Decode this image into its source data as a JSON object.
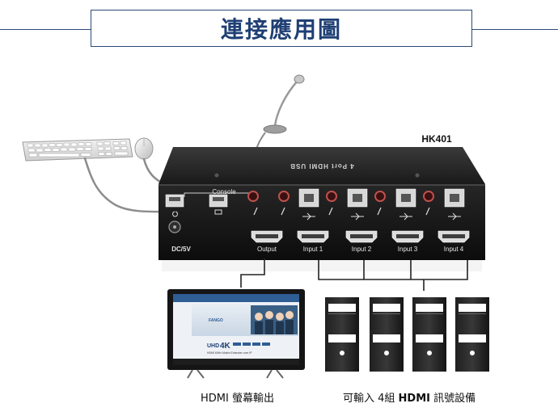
{
  "title": "連接應用圖",
  "model": "HK401",
  "device": {
    "top_label": "4 Port HDMI USB",
    "console_label": "Console",
    "power_label": "DC/5V",
    "output_label": "Output",
    "inputs": [
      "Input 1",
      "Input 2",
      "Input 3",
      "Input 4"
    ]
  },
  "captions": {
    "monitor": "HDMI 螢幕輸出",
    "inputs_prefix": "可輸入 4組",
    "inputs_bold": "HDMI",
    "inputs_suffix": "訊號設備"
  },
  "monitor_screen": {
    "brand": "FANGO",
    "uhd": "UHD",
    "fourk": "4K",
    "subline": "HDMI 60Hz Matrix Extender over IP"
  },
  "colors": {
    "title": "#1f3f74",
    "frame": "#2b4a7a",
    "device": "#161616",
    "cable": "#222222"
  }
}
